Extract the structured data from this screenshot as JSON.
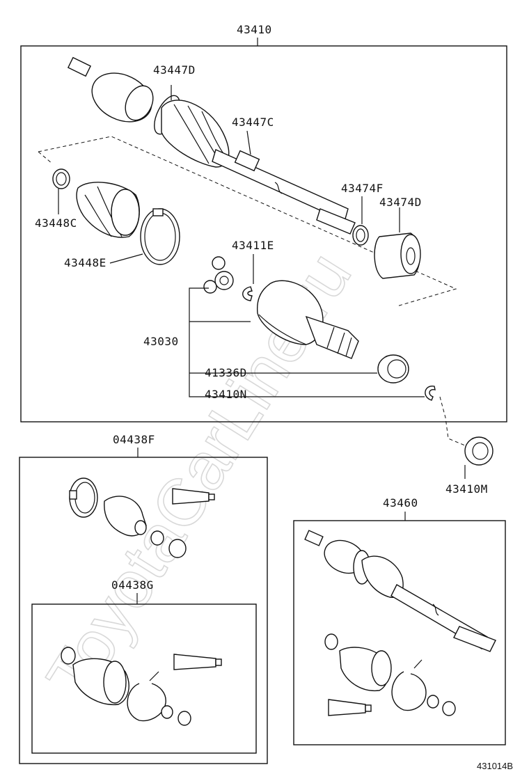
{
  "watermark": "ToyotaCarLine.ru",
  "diagram_code": "431014B",
  "groups": {
    "main_assembly": "43410",
    "boot_kit_outer": "04438F",
    "boot_kit_inner": "04438G",
    "other_shaft": "43460"
  },
  "callouts": {
    "p43447D": "43447D",
    "p43447C": "43447C",
    "p43474F": "43474F",
    "p43474D": "43474D",
    "p43448C": "43448C",
    "p43448E": "43448E",
    "p43411E": "43411E",
    "p43030": "43030",
    "p41336D": "41336D",
    "p43410N": "43410N",
    "p43410M": "43410M"
  }
}
